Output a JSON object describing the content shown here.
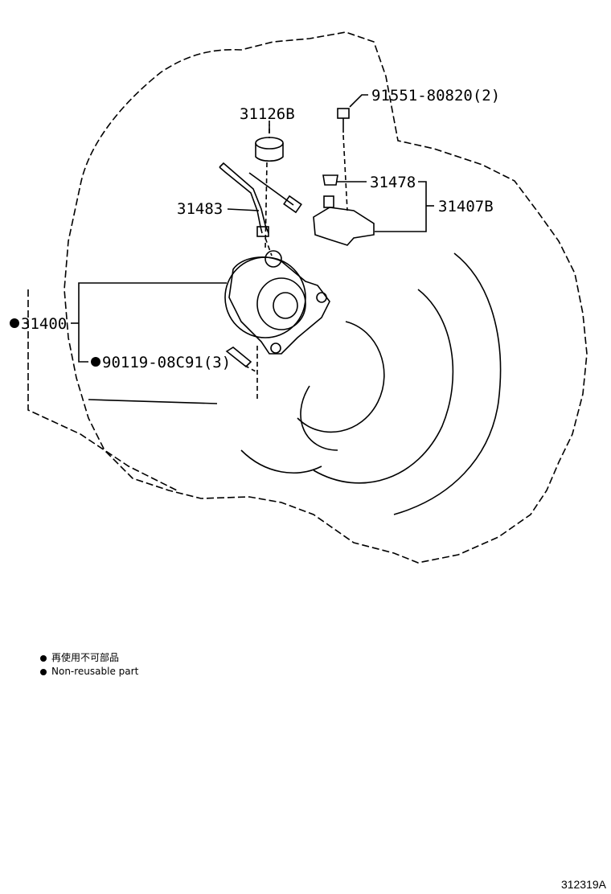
{
  "parts": {
    "p_31126b": "31126B",
    "p_91551": "91551-80820(2)",
    "p_31478": "31478",
    "p_31407b": "31407B",
    "p_31483": "31483",
    "p_31400": "31400",
    "p_90119": "90119-08C91(3)"
  },
  "legend": {
    "line1": "再使用不可部品",
    "line2": "Non-reusable part"
  },
  "diagram_code": "312319A"
}
